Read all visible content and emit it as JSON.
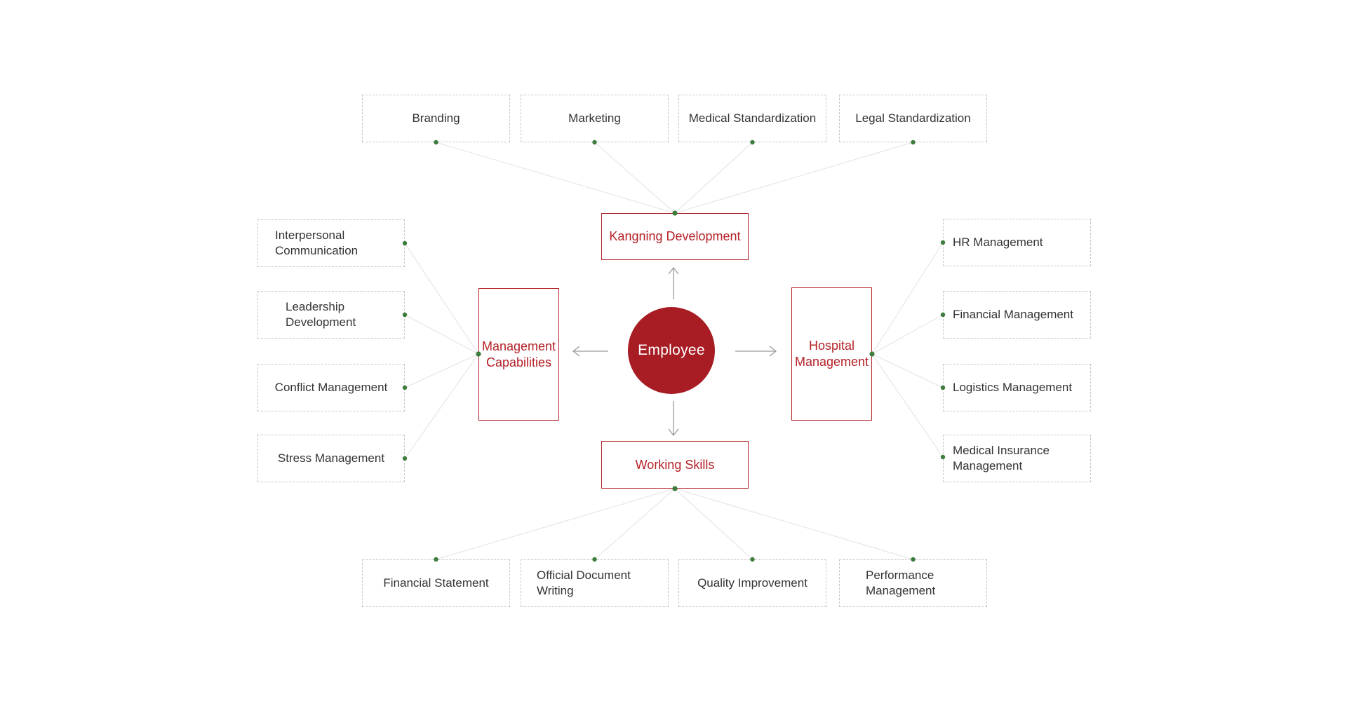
{
  "diagram": {
    "center_node": {
      "label": "Employee"
    },
    "category_nodes": {
      "top": {
        "label": "Kangning Development"
      },
      "left": {
        "label": "Management Capabilities"
      },
      "right": {
        "label": "Hospital Management"
      },
      "bottom": {
        "label": "Working Skills"
      }
    },
    "leaf_nodes": {
      "top": [
        "Branding",
        "Marketing",
        "Medical Standardization",
        "Legal Standardization"
      ],
      "left": [
        "Interpersonal Communication",
        "Leadership Development",
        "Conflict Management",
        "Stress Management"
      ],
      "right": [
        "HR Management",
        "Financial Management",
        "Logistics Management",
        "Medical Insurance Management"
      ],
      "bottom": [
        "Financial Statement",
        "Official Document Writing",
        "Quality Improvement",
        "Performance Management"
      ]
    },
    "colors": {
      "accent_red": "#b22127",
      "circle_red": "#a81d24",
      "leaf_text": "#333333",
      "connector_dot_green": "#3c7c3c",
      "connector_line": "#e2e2e2",
      "arrow_gray": "#9a9a9a",
      "dashed_border": "#c6c6c6",
      "background": "#ffffff"
    }
  }
}
